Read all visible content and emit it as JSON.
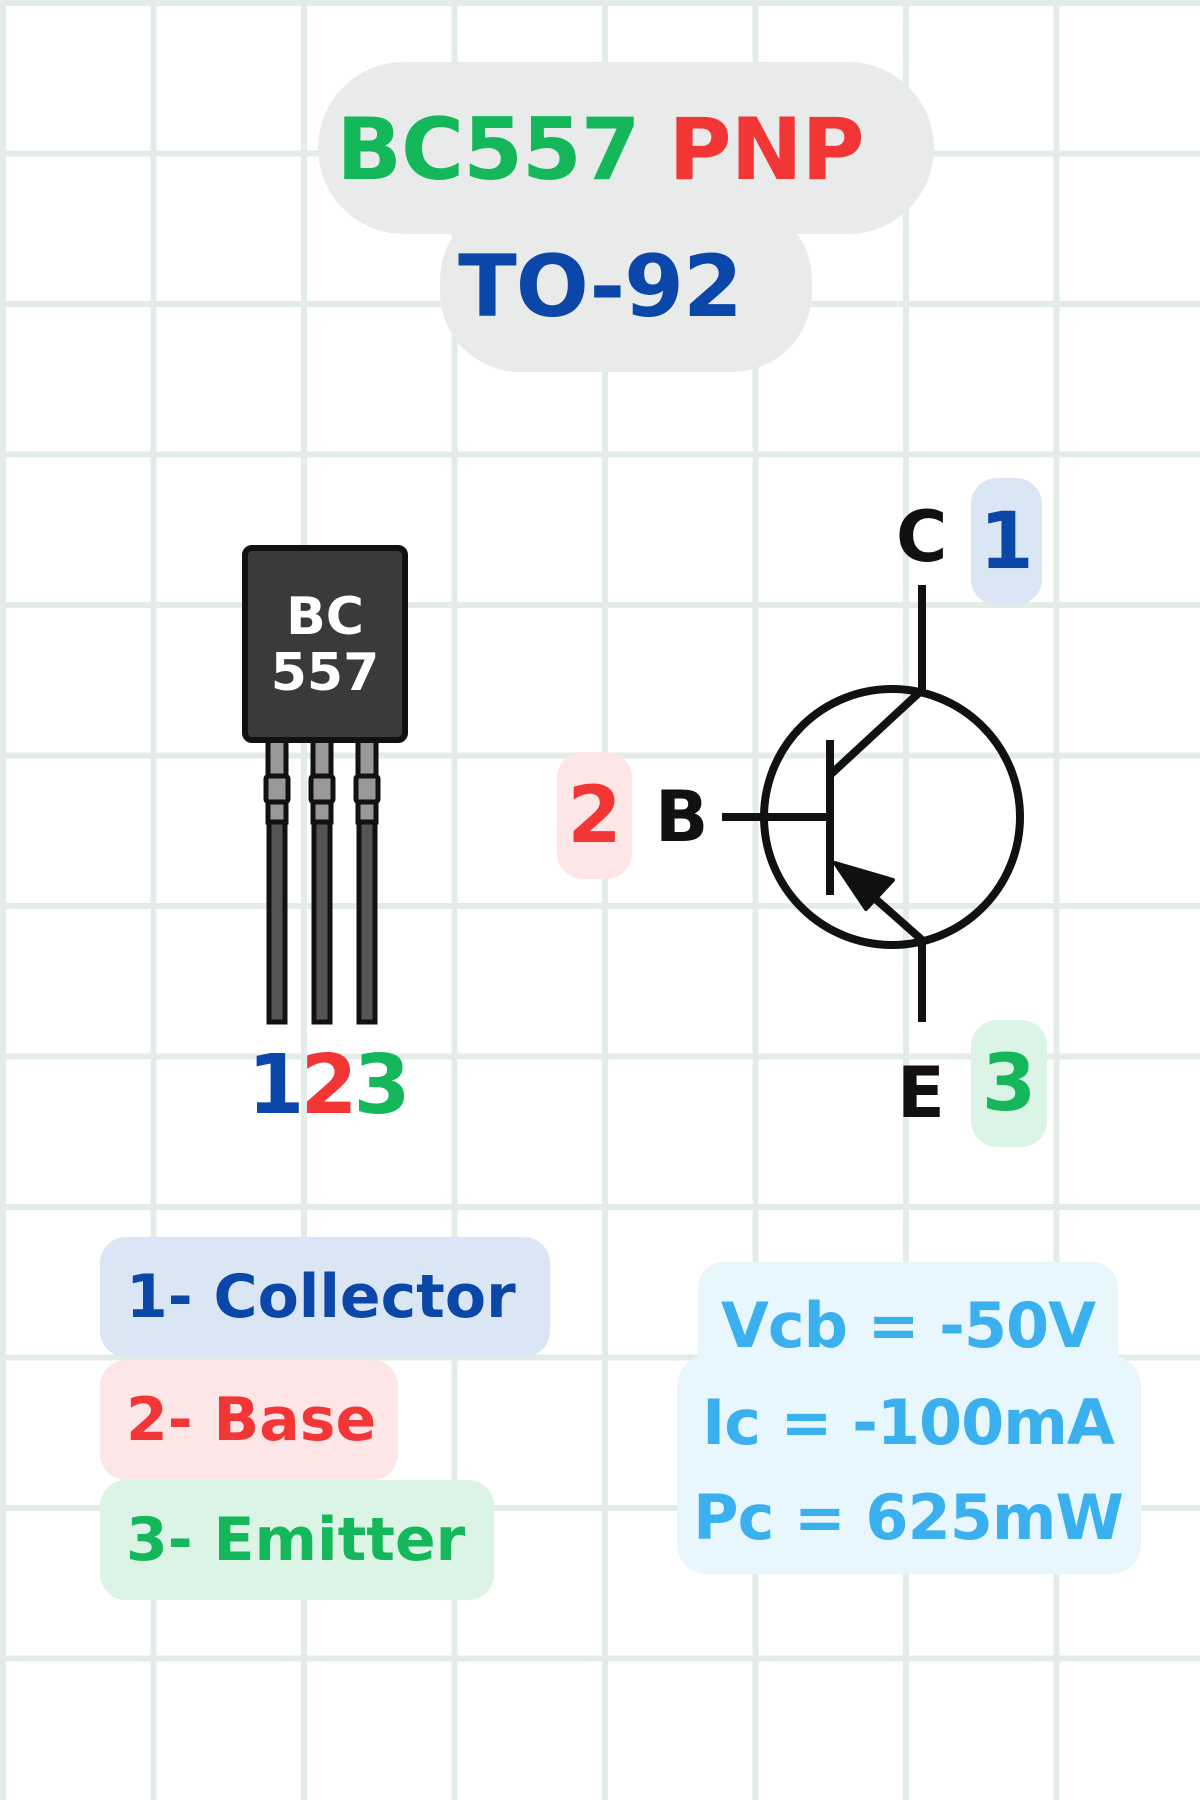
{
  "title": {
    "part": "BC557",
    "type": "PNP",
    "package": "TO-92"
  },
  "package_body": {
    "marking_line1": "BC",
    "marking_line2": "557"
  },
  "pin_numbers": [
    "1",
    "2",
    "3"
  ],
  "symbol": {
    "collector_letter": "C",
    "collector_pin": "1",
    "base_letter": "B",
    "base_pin": "2",
    "emitter_letter": "E",
    "emitter_pin": "3"
  },
  "pin_legend": [
    {
      "label": "1- Collector"
    },
    {
      "label": "2- Base"
    },
    {
      "label": "3- Emitter"
    }
  ],
  "specs": [
    "Vcb = -50V",
    "Ic = -100mA",
    "Pc = 625mW"
  ],
  "colors": {
    "green": "#14b85a",
    "red": "#f23535",
    "blue": "#0a47a8",
    "light_blue_text": "#3bb0ee",
    "collector_bg": "#dbe6f4",
    "base_bg": "#fde6e5",
    "emitter_bg": "#dcf4e6",
    "spec_bg": "#e8f6fd",
    "title_bg": "#e9ebea",
    "package_body": "#3a3a3a"
  }
}
